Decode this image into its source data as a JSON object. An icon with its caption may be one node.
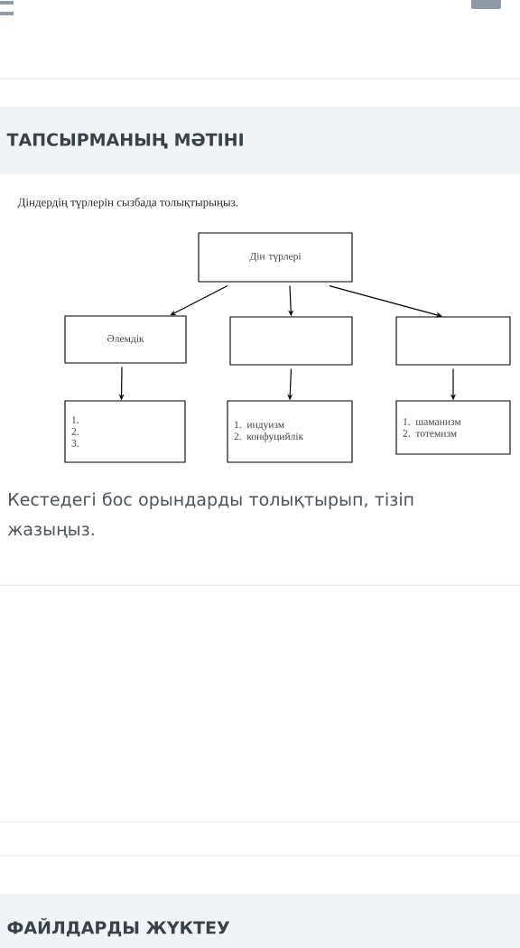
{
  "diagram": {
    "nodes": [
      {
        "text": [
          "Дін түрлері"
        ]
      },
      {
        "text": [
          "Әлемдік"
        ]
      },
      {
        "text": [],
        "shape": "box"
      },
      {
        "text": [],
        "shape": "box"
      },
      {
        "text": [
          "1.",
          "2.",
          "3."
        ]
      },
      {
        "text": [
          "1. индуизм",
          "2. конфуцийлік"
        ]
      },
      {
        "text": [
          "1. шаманизм",
          "2. тотемизм"
        ]
      }
    ],
    "edges": [
      {
        "from": 0,
        "to": 1,
        "arrow": "to"
      },
      {
        "from": 0,
        "to": 2,
        "arrow": "to"
      },
      {
        "from": 0,
        "to": 3,
        "arrow": "to"
      },
      {
        "from": 1,
        "to": 4,
        "arrow": "to"
      },
      {
        "from": 2,
        "to": 5,
        "arrow": "to"
      },
      {
        "from": 3,
        "to": 6,
        "arrow": "to"
      }
    ],
    "labels": [
      "ТАПСЫРМАНЫҢ МӘТІНІ",
      "Діндердің түрлерін сызбада толықтырыңыз.",
      "Кестедегі бос орындарды толықтырып, тізіп жазыңыз.",
      "ФАЙЛДАРДЫ ЖҮКТЕУ"
    ]
  }
}
